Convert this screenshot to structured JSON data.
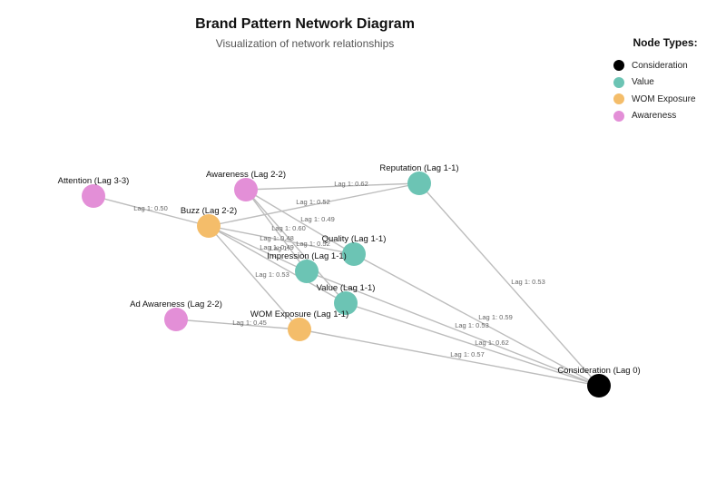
{
  "title": "Brand Pattern Network Diagram",
  "subtitle": "Visualization of network relationships",
  "legend": {
    "title": "Node Types:",
    "items": [
      {
        "type": "Consideration",
        "color": "#000000"
      },
      {
        "type": "Value",
        "color": "#6cc4b4"
      },
      {
        "type": "WOM Exposure",
        "color": "#f4bd6a"
      },
      {
        "type": "Awareness",
        "color": "#e38fd7"
      }
    ]
  },
  "nodes": [
    {
      "id": "attention",
      "label": "Attention (Lag 3-3)",
      "type": "Awareness"
    },
    {
      "id": "awareness",
      "label": "Awareness (Lag 2-2)",
      "type": "Awareness"
    },
    {
      "id": "reputation",
      "label": "Reputation (Lag 1-1)",
      "type": "Value"
    },
    {
      "id": "buzz",
      "label": "Buzz (Lag 2-2)",
      "type": "WOM Exposure"
    },
    {
      "id": "quality",
      "label": "Quality (Lag 1-1)",
      "type": "Value"
    },
    {
      "id": "impression",
      "label": "Impression (Lag 1-1)",
      "type": "Value"
    },
    {
      "id": "value",
      "label": "Value (Lag 1-1)",
      "type": "Value"
    },
    {
      "id": "adawareness",
      "label": "Ad Awareness (Lag 2-2)",
      "type": "Awareness"
    },
    {
      "id": "wom",
      "label": "WOM Exposure (Lag 1-1)",
      "type": "WOM Exposure"
    },
    {
      "id": "consideration",
      "label": "Consideration (Lag 0)",
      "type": "Consideration"
    }
  ],
  "edges": [
    {
      "source": "attention",
      "target": "buzz",
      "label": "Lag 1: 0.50"
    },
    {
      "source": "awareness",
      "target": "reputation",
      "label": "Lag 1: 0.62"
    },
    {
      "source": "buzz",
      "target": "reputation",
      "label": "Lag 1: 0.52"
    },
    {
      "source": "awareness",
      "target": "quality",
      "label": "Lag 1: 0.49"
    },
    {
      "source": "awareness",
      "target": "impression",
      "label": "Lag 1: 0.60"
    },
    {
      "source": "awareness",
      "target": "value",
      "label": "Lag 1: 0.48"
    },
    {
      "source": "buzz",
      "target": "quality",
      "label": "Lag 1: 0.52"
    },
    {
      "source": "buzz",
      "target": "impression",
      "label": "Lag 1: 0.49"
    },
    {
      "source": "buzz",
      "target": "value",
      "label": "Lag 1: 0.53"
    },
    {
      "source": "buzz",
      "target": "wom",
      "label": "Lag 1:"
    },
    {
      "source": "adawareness",
      "target": "wom",
      "label": "Lag 1: 0.45"
    },
    {
      "source": "reputation",
      "target": "consideration",
      "label": "Lag 1: 0.53"
    },
    {
      "source": "quality",
      "target": "consideration",
      "label": "Lag 1: 0.59"
    },
    {
      "source": "impression",
      "target": "consideration",
      "label": "Lag 1: 0.53"
    },
    {
      "source": "value",
      "target": "consideration",
      "label": "Lag 1: 0.62"
    },
    {
      "source": "wom",
      "target": "consideration",
      "label": "Lag 1: 0.57"
    }
  ]
}
